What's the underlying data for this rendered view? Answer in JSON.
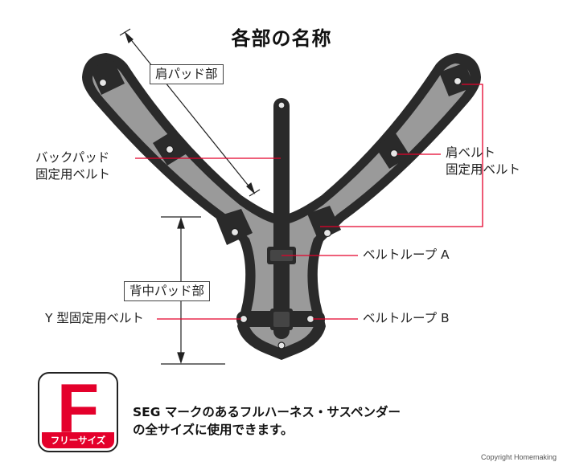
{
  "title": "各部の名称",
  "labels": {
    "shoulder_pad": "肩パッド部",
    "back_pad_belt_line1": "バックパッド",
    "back_pad_belt_line2": "固定用ベルト",
    "shoulder_belt_line1": "肩ベルト",
    "shoulder_belt_line2": "固定用ベルト",
    "belt_loop_a": "ベルトループ A",
    "back_center_pad": "背中パッド部",
    "y_belt": "Y 型固定用ベルト",
    "belt_loop_b": "ベルトループ B"
  },
  "badge": {
    "letter": "F",
    "caption": "フリーサイズ"
  },
  "compatibility": {
    "line1": "SEG マークのあるフルハーネス・サスペンダー",
    "line2": "の全サイズに使用できます。"
  },
  "copyright": "Copyright Homemaking",
  "colors": {
    "accent_red": "#e4002b",
    "pad_gray": "#9a9a9a",
    "outline": "#2a2a2a"
  }
}
